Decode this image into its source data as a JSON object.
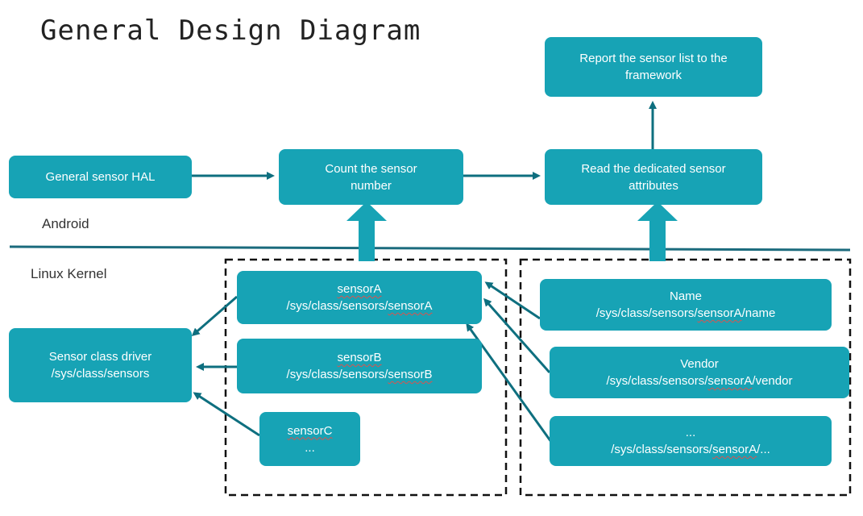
{
  "title": "General Design Diagram",
  "layers": {
    "upper": "Android",
    "lower": "Linux Kernel"
  },
  "boxes": {
    "report": [
      "Report the sensor list to the",
      "framework"
    ],
    "hal": [
      "General sensor HAL"
    ],
    "count": [
      "Count the sensor",
      "number"
    ],
    "read": [
      "Read the dedicated sensor",
      "attributes"
    ],
    "driver": [
      "Sensor class driver",
      "/sys/class/sensors"
    ],
    "sensorA": [
      "sensorA",
      "/sys/class/sensors/",
      "sensorA"
    ],
    "sensorB": [
      "sensorB",
      "/sys/class/sensors/",
      "sensorB"
    ],
    "sensorC": [
      "sensorC",
      "..."
    ],
    "name": [
      "Name",
      "/sys/class/sensors/",
      "sensorA",
      "/name"
    ],
    "vendor": [
      "Vendor",
      "/sys/class/sensors/",
      "sensorA",
      "/vendor"
    ],
    "more": [
      "...",
      "/sys/class/sensors/",
      "sensorA",
      "/..."
    ]
  },
  "colors": {
    "box": "#17a3b5",
    "arrow": "#0e6f7f",
    "divider": "#1b6b7d",
    "dashed": "#111111"
  }
}
